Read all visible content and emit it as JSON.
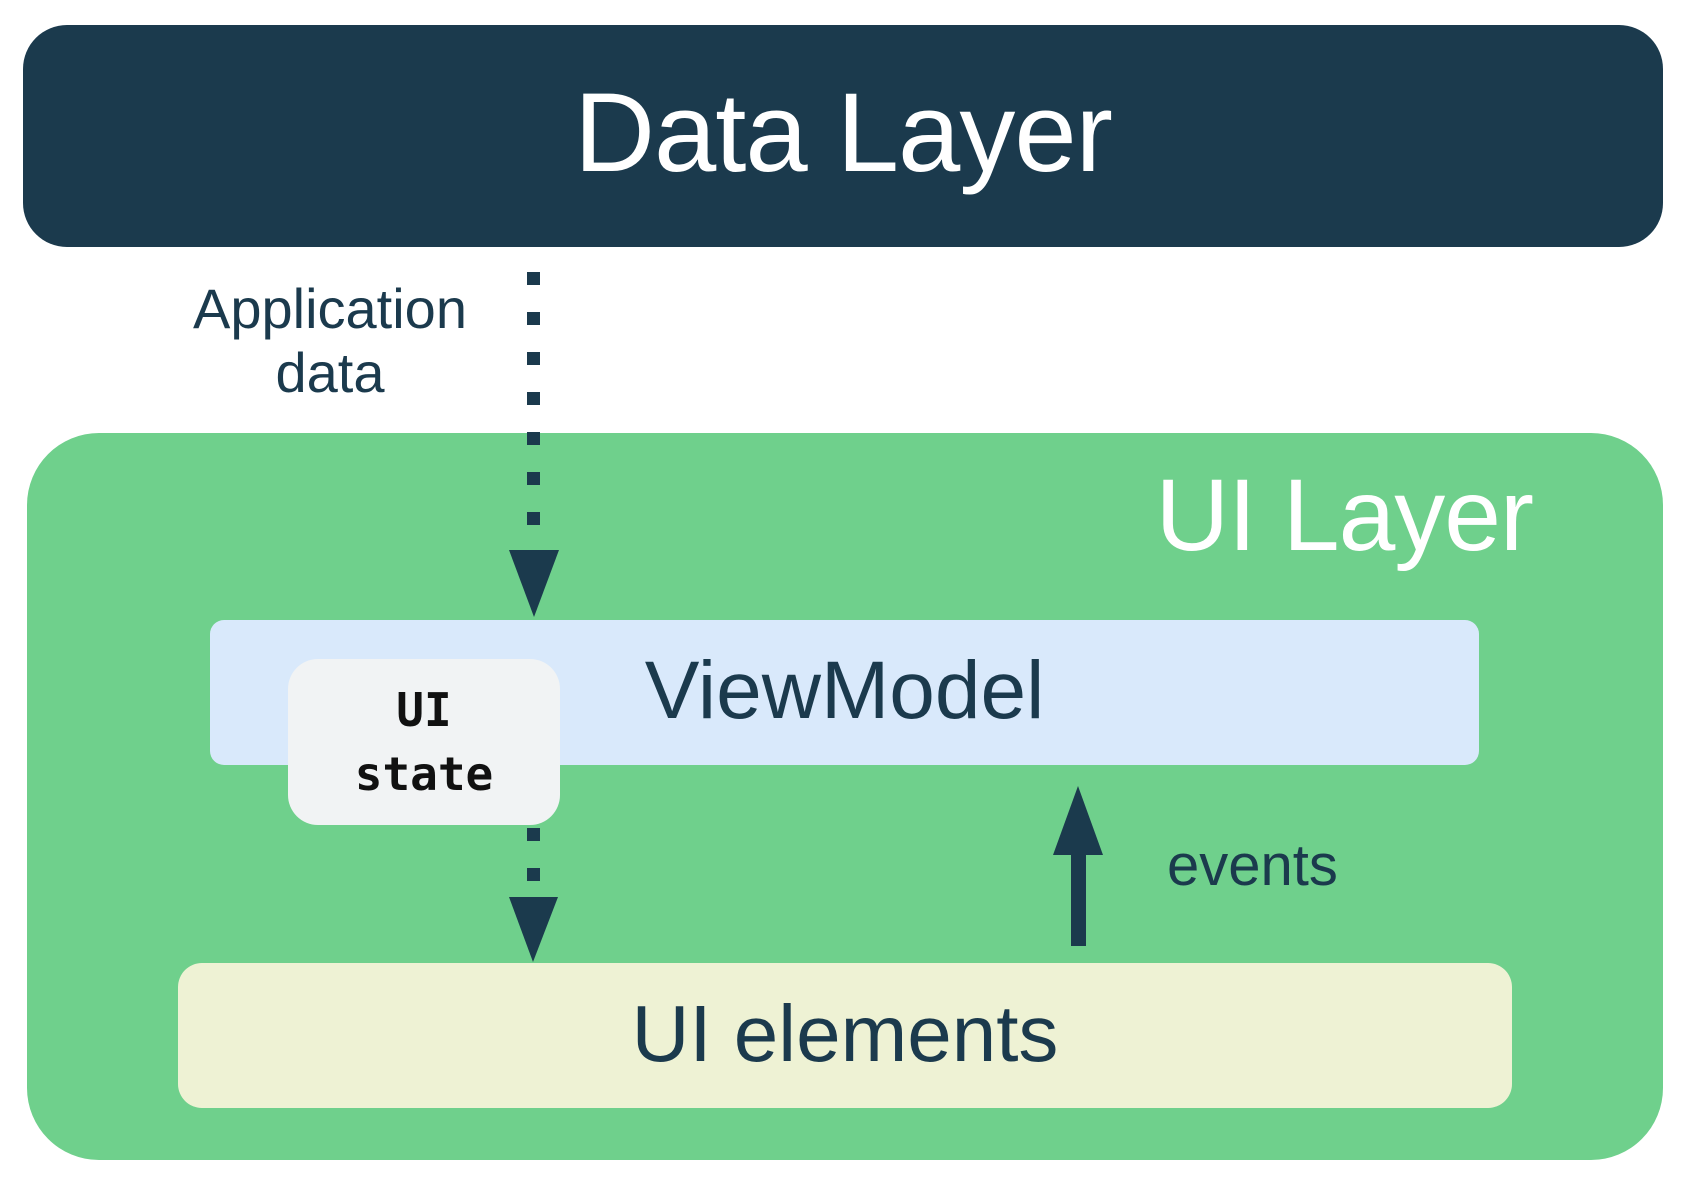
{
  "colors": {
    "background": "#ffffff",
    "navy": "#1b3a4d",
    "green": "#6fd08c",
    "light_blue": "#d9e9fb",
    "light_yellow": "#eef2d4",
    "state_bg": "#f1f3f4",
    "state_text": "#111111",
    "white_text": "#ffffff"
  },
  "diagram": {
    "data_layer": {
      "label": "Data Layer"
    },
    "application_data_label": {
      "line1": "Application",
      "line2": "data"
    },
    "ui_layer": {
      "label": "UI Layer"
    },
    "viewmodel": {
      "label": "ViewModel"
    },
    "ui_state": {
      "line1": "UI",
      "line2": "state"
    },
    "events": {
      "label": "events"
    },
    "ui_elements": {
      "label": "UI elements"
    },
    "icons": {
      "application_data_arrow": "dashed-down-arrow",
      "ui_state_arrow": "dashed-down-arrow",
      "events_arrow": "solid-up-arrow"
    }
  }
}
